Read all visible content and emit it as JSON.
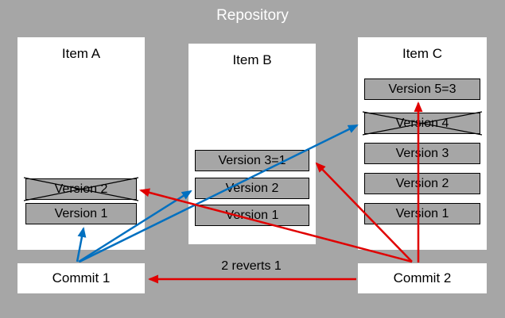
{
  "title": "Repository",
  "colors": {
    "bg": "#a6a6a6",
    "box_bg": "#ffffff",
    "version_bg": "#a6a6a6",
    "border": "#000000",
    "title_text": "#ffffff",
    "text": "#000000",
    "blue": "#0070c0",
    "red": "#e00000"
  },
  "items": [
    {
      "label": "Item A",
      "versions": [
        {
          "label": "Version 2",
          "crossed": true
        },
        {
          "label": "Version 1",
          "crossed": false
        }
      ]
    },
    {
      "label": "Item B",
      "versions": [
        {
          "label": "Version 3=1",
          "crossed": false
        },
        {
          "label": "Version 2",
          "crossed": false
        },
        {
          "label": "Version 1",
          "crossed": false
        }
      ]
    },
    {
      "label": "Item C",
      "versions": [
        {
          "label": "Version 5=3",
          "crossed": false
        },
        {
          "label": "Version 4",
          "crossed": true
        },
        {
          "label": "Version 3",
          "crossed": false
        },
        {
          "label": "Version 2",
          "crossed": false
        },
        {
          "label": "Version 1",
          "crossed": false
        }
      ]
    }
  ],
  "commits": [
    {
      "label": "Commit 1"
    },
    {
      "label": "Commit 2"
    }
  ],
  "annotations": {
    "revert_label": "2 reverts 1"
  },
  "edges": [
    {
      "from": "Commit 1",
      "to": "Item A / Version 1",
      "color": "blue"
    },
    {
      "from": "Commit 1",
      "to": "Item B / Version 2",
      "color": "blue"
    },
    {
      "from": "Commit 1",
      "to": "Item C / Version 4",
      "color": "blue"
    },
    {
      "from": "Commit 2",
      "to": "Item A / Version 2",
      "color": "red"
    },
    {
      "from": "Commit 2",
      "to": "Item B / Version 3=1",
      "color": "red"
    },
    {
      "from": "Commit 2",
      "to": "Item C / Version 5=3",
      "color": "red"
    },
    {
      "from": "Commit 2",
      "to": "Commit 1",
      "color": "red",
      "label": "2 reverts 1"
    }
  ]
}
